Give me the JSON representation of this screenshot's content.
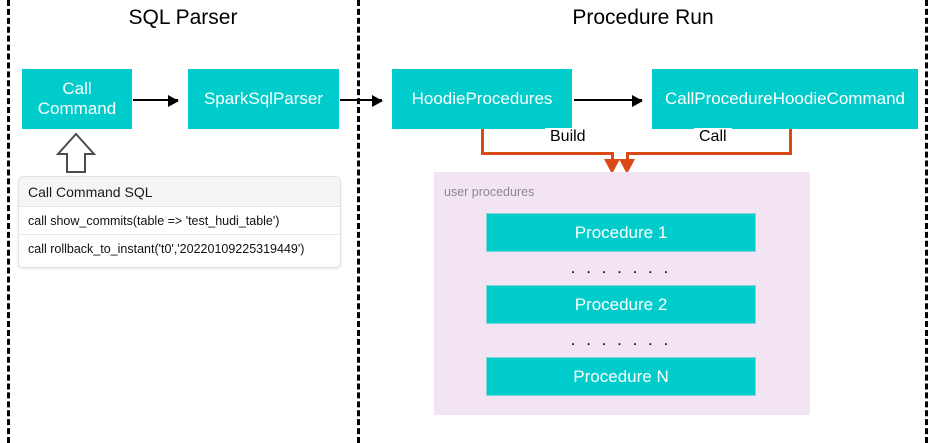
{
  "diagram": {
    "title_left": "SQL Parser",
    "title_right": "Procedure Run",
    "nodes": {
      "call_command": "Call\nCommand",
      "spark_sql_parser": "SparkSqlParser",
      "hoodie_procedures": "HoodieProcedures",
      "call_procedure_hoodie_command": "CallProcedureHoodieCommand"
    },
    "edge_labels": {
      "build": "Build",
      "call": "Call"
    },
    "sql_card": {
      "header": "Call Command SQL",
      "rows": [
        "call show_commits(table => 'test_hudi_table')",
        "call rollback_to_instant('t0','20220109225319449')"
      ]
    },
    "procedures_panel": {
      "caption": "user procedures",
      "items": [
        "Procedure 1",
        "Procedure 2",
        "Procedure N"
      ],
      "separator": ". . . . . . ."
    },
    "colors": {
      "teal": "#00CCCC",
      "orange": "#D94A17",
      "purple": "#F2E4F2",
      "divider": "#000000"
    }
  }
}
